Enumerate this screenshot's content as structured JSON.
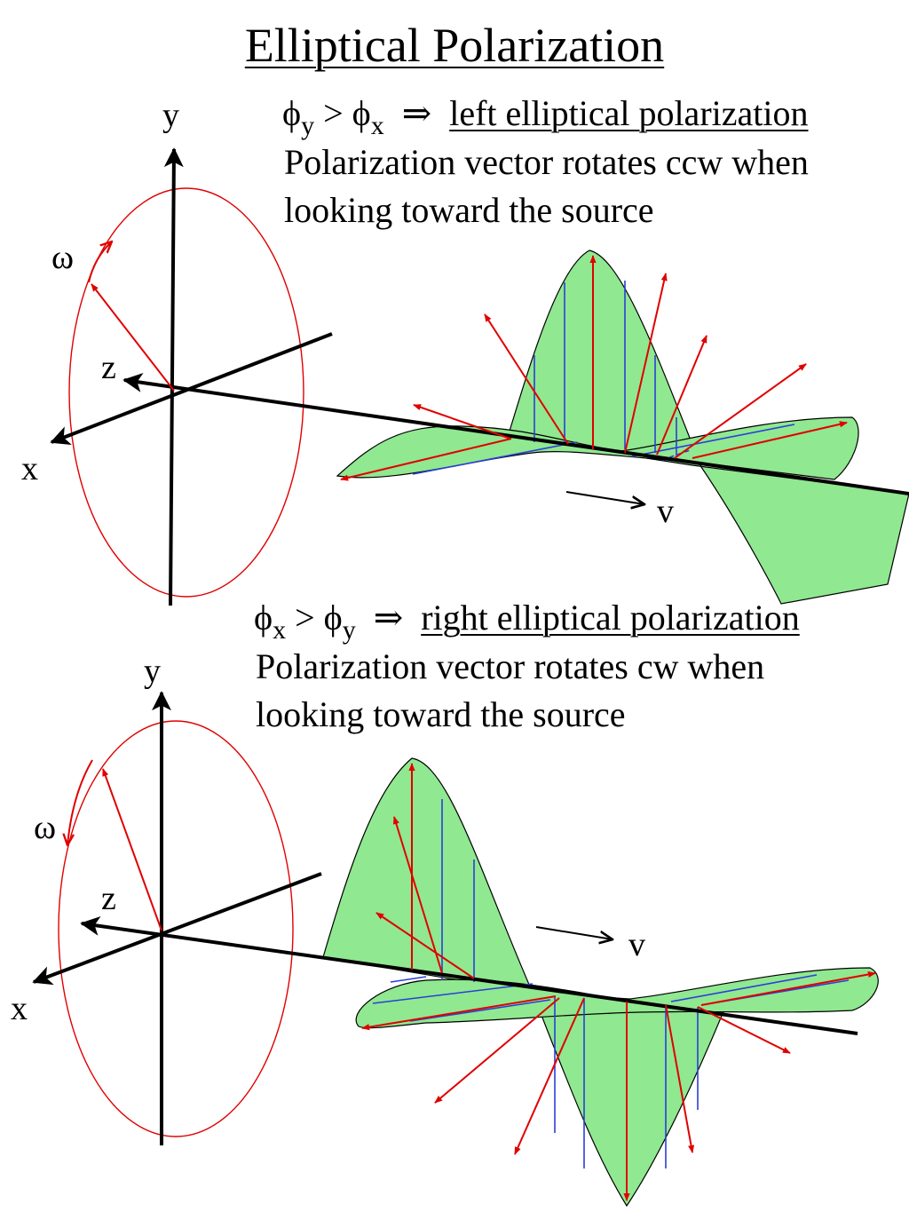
{
  "title": "Elliptical Polarization",
  "top": {
    "condition": {
      "phi_a": "ϕ",
      "sub_a": "y",
      "gt": ">",
      "phi_b": "ϕ",
      "sub_b": "x",
      "implies": "⇒",
      "polarization": "left elliptical polarization"
    },
    "desc_line1": "Polarization vector rotates ccw when",
    "desc_line2": "looking toward the source",
    "labels": {
      "y": "y",
      "x": "x",
      "z": "z",
      "omega": "ω",
      "v": "v"
    }
  },
  "bottom": {
    "condition": {
      "phi_a": "ϕ",
      "sub_a": "x",
      "gt": ">",
      "phi_b": "ϕ",
      "sub_b": "y",
      "implies": "⇒",
      "polarization": "right elliptical polarization"
    },
    "desc_line1": "Polarization vector rotates cw when",
    "desc_line2": "looking toward the source",
    "labels": {
      "y": "y",
      "x": "x",
      "z": "z",
      "omega": "ω",
      "v": "v"
    }
  },
  "colors": {
    "wave_fill": "#90e890",
    "vector": "#e00000",
    "ellipse": "#e00000",
    "hatch": "#2a3fd6",
    "axis": "#000000"
  }
}
